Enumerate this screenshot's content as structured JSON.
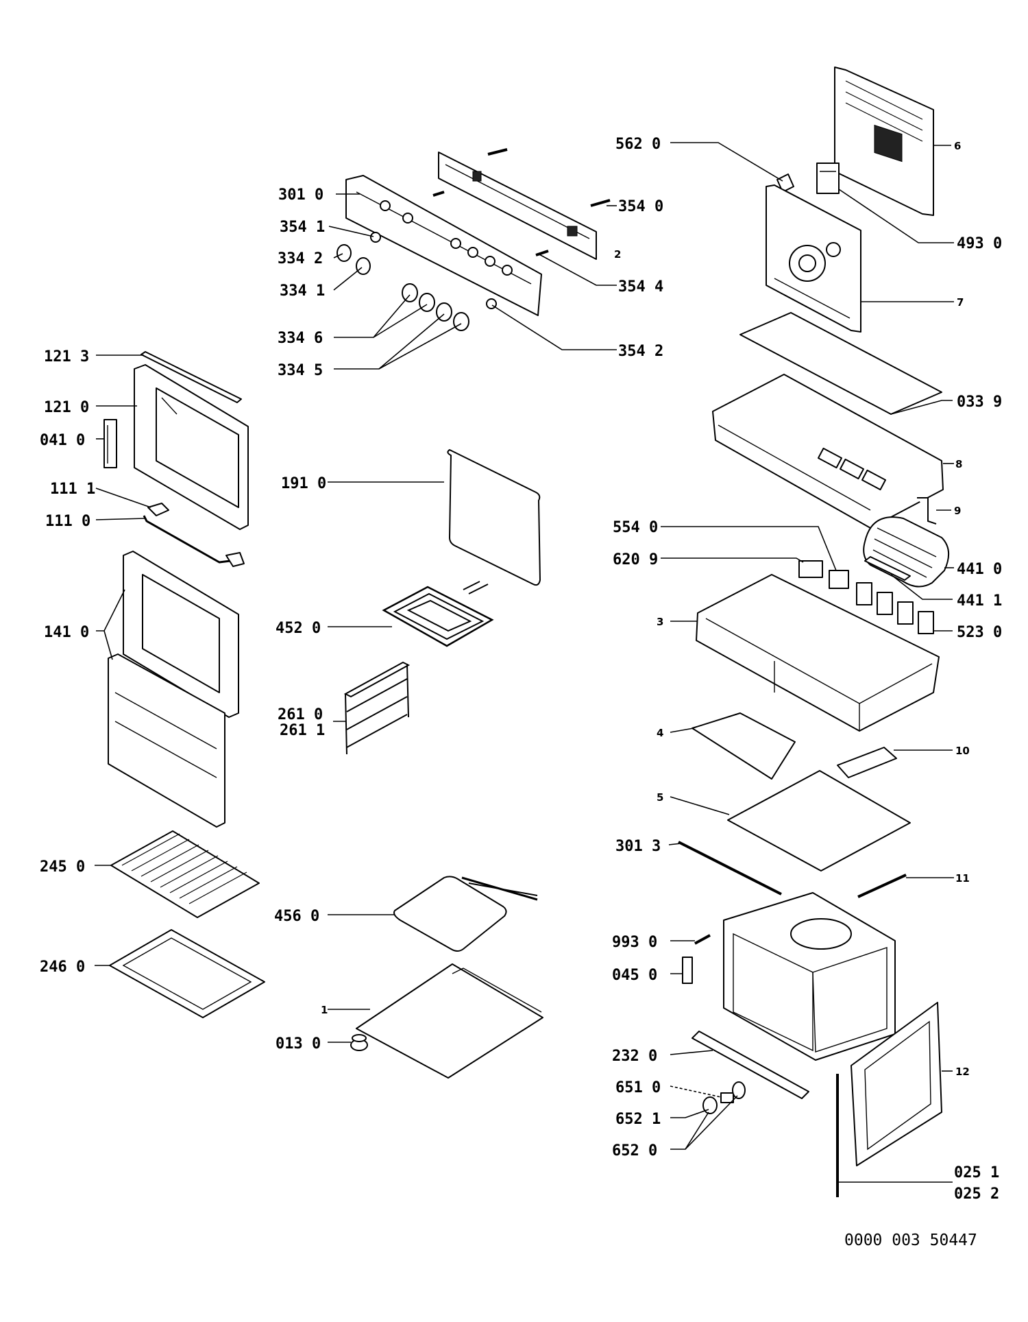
{
  "labels": {
    "l_301_0": "301 0",
    "l_354_1": "354 1",
    "l_334_2": "334 2",
    "l_334_1": "334 1",
    "l_334_6": "334 6",
    "l_334_5": "334 5",
    "l_354_0": "354 0",
    "l_354_4": "354 4",
    "l_354_2": "354 2",
    "l_2": "2",
    "l_121_3": "121 3",
    "l_121_0": "121 0",
    "l_041_0": "041 0",
    "l_111_1": "111 1",
    "l_111_0": "111 0",
    "l_141_0": "141 0",
    "l_191_0": "191 0",
    "l_452_0": "452 0",
    "l_261_0": "261 0",
    "l_261_1": "261 1",
    "l_245_0": "245 0",
    "l_246_0": "246 0",
    "l_456_0": "456 0",
    "l_1": "1",
    "l_013_0": "013 0",
    "l_562_0": "562 0",
    "l_6": "6",
    "l_493_0": "493 0",
    "l_7": "7",
    "l_033_9": "033 9",
    "l_8": "8",
    "l_9": "9",
    "l_554_0": "554 0",
    "l_620_9": "620 9",
    "l_441_0": "441 0",
    "l_441_1": "441 1",
    "l_3": "3",
    "l_523_0": "523 0",
    "l_4": "4",
    "l_10": "10",
    "l_5": "5",
    "l_301_3": "301 3",
    "l_11": "11",
    "l_993_0": "993 0",
    "l_045_0": "045 0",
    "l_232_0": "232 0",
    "l_12": "12",
    "l_651_0": "651 0",
    "l_652_1": "652 1",
    "l_652_0": "652 0",
    "l_025_1": "025 1",
    "l_025_2": "025 2"
  },
  "document_number": "0000 003 50447"
}
